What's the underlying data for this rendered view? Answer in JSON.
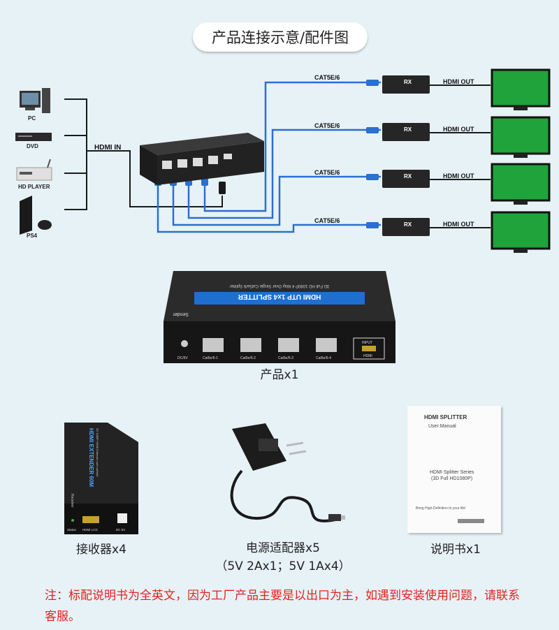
{
  "title": "产品连接示意/配件图",
  "sources": [
    {
      "label": "PC",
      "icon": "pc-icon"
    },
    {
      "label": "DVD",
      "icon": "dvd-player-icon"
    },
    {
      "label": "HD PLAYER",
      "icon": "hd-player-icon"
    },
    {
      "label": "PS4",
      "icon": "ps4-icon"
    }
  ],
  "hdmi_in_label": "HDMI IN",
  "cat_label": "CAT5E/6",
  "rx_label": "RX",
  "hdmi_out_label": "HDMI OUT",
  "product": {
    "sender_label": "Sender",
    "top_line1": "3D Full HD 1080P 4 Way Over Single Cat5e/6 Splitter",
    "top_line2": "HDMI UTP 1x4 SPLITTER",
    "port_dc": "DC/5V",
    "ports": [
      "Cat5e/6-1",
      "Cat5e/6-2",
      "Cat5e/6-3",
      "Cat5e/6-4"
    ],
    "input_label": "INPUT",
    "hdmi_label": "HDMI",
    "caption": "产品x1"
  },
  "receiver": {
    "line1": "HDMI EXTENDER 60M",
    "line2": "3D 1080P HDMI Extender over cat5e/6",
    "side_label": "Receiver",
    "status": "Status",
    "hdmi_lcd": "HDMI LCD",
    "dc": "DC 5V",
    "caption": "接收器x4"
  },
  "adapter": {
    "caption_line1": "电源适配器x5",
    "caption_line2": "（5V 2Ax1；5V 1Ax4）"
  },
  "manual": {
    "title": "HDMI SPLITTER",
    "subtitle": "User Manual",
    "series_line1": "HDMI Splitter Series",
    "series_line2": "(3D Full HD1080P)",
    "tagline": "Bring High-Definition to your life!",
    "caption": "说明书x1"
  },
  "note": "注：标配说明书为全英文，因为工厂产品主要是以出口为主，如遇到安装使用问题，请联系客服。",
  "colors": {
    "cable_blue": "#2b6fcf",
    "cable_dark": "#1a1a1a",
    "note_red": "#e8211d",
    "screen_green": "#1fa33a"
  }
}
